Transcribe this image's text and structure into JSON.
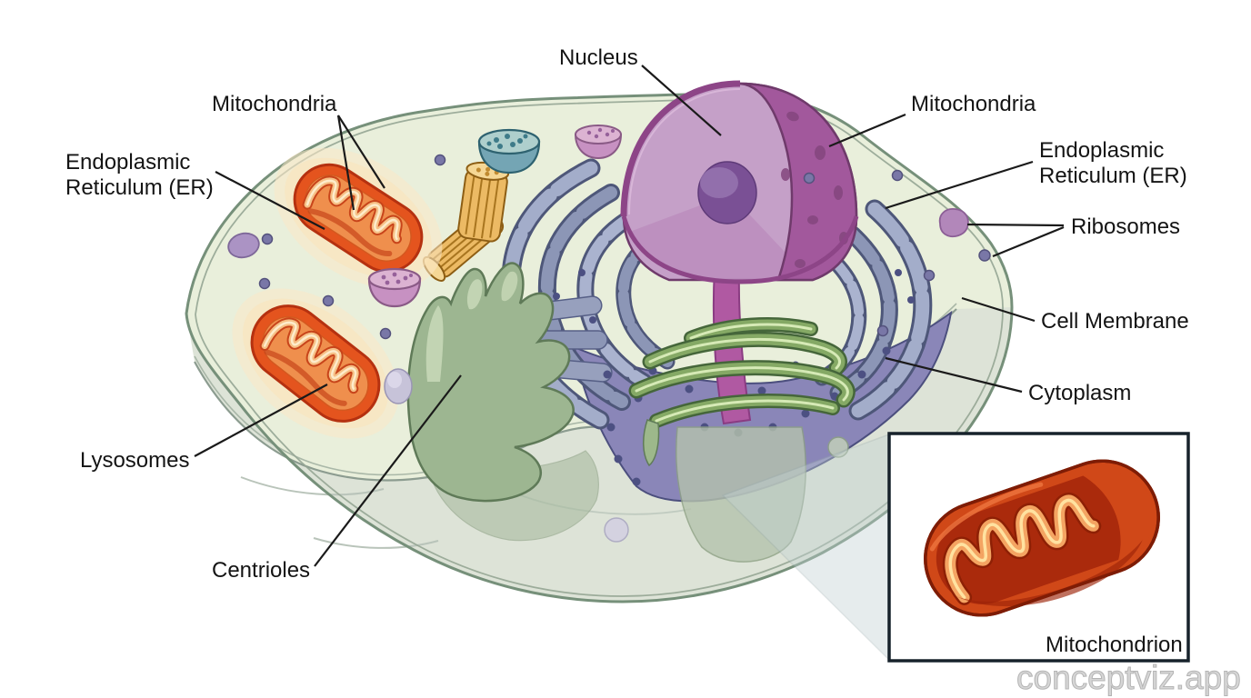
{
  "diagram": {
    "type": "labeled-biology-illustration",
    "subject": "animal cell cutaway",
    "labels": {
      "nucleus": {
        "text": "Nucleus"
      },
      "mitochondria_left": {
        "text": "Mitochondria"
      },
      "mitochondria_right": {
        "text": "Mitochondria"
      },
      "er_left": {
        "line1": "Endoplasmic",
        "line2": "Reticulum (ER)"
      },
      "er_right": {
        "line1": "Endoplasmic",
        "line2": "Reticulum (ER)"
      },
      "ribosomes": {
        "text": "Ribosomes"
      },
      "cell_membrane": {
        "text": "Cell Membrane"
      },
      "cytoplasm": {
        "text": "Cytoplasm"
      },
      "lysosomes": {
        "text": "Lysosomes"
      },
      "centrioles": {
        "text": "Centrioles"
      }
    },
    "inset": {
      "label": "Mitochondrion"
    },
    "watermark": "conceptviz.app",
    "colors": {
      "background": "#ffffff",
      "cytoplasm_fill": "#e9efdb",
      "cell_lower_gray": "#dde3d7",
      "membrane_edge": "#76907a",
      "nucleus_shell": "#a2589c",
      "nucleus_cut_face": "#c5a0c8",
      "nucleolus": "#7a5095",
      "er_blue": "#a3adca",
      "er_purple_mass": "#8a86b8",
      "golgi_green": "#85a965",
      "green_structure": "#9db691",
      "centriole_yellow": "#ecba64",
      "mitochondria_orange": "#e4541e",
      "mitochondria_dark": "#b23110",
      "cristae_cream": "#fdeccb",
      "label_text": "#141414"
    }
  }
}
